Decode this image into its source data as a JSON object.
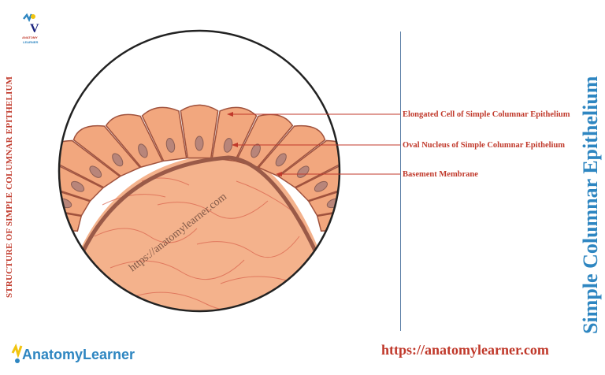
{
  "side_title": "STRUCTURE OF SIMPLE COLUMNAR EPITHELIUM",
  "main_title": "Simple Columnar Epithelium",
  "labels": {
    "cell": "Elongated  Cell of Simple Columnar  Epithelium",
    "nucleus": "Oval Nucleus of Simple Columnar  Epithelium",
    "membrane": "Basement Membrane"
  },
  "watermark": "https://anatomylearner.com",
  "footer_url": "https://anatomylearner.com",
  "logo": {
    "top_mark": "ANATOMY LEARNER",
    "bottom_text": "AnatomyLearner"
  },
  "colors": {
    "accent_red": "#c0392b",
    "title_blue": "#2e86c1",
    "cell_fill": "#f2a77e",
    "tissue_fill": "#f4b28c",
    "membrane": "#9a5a48",
    "nucleus": "#b8857a"
  }
}
